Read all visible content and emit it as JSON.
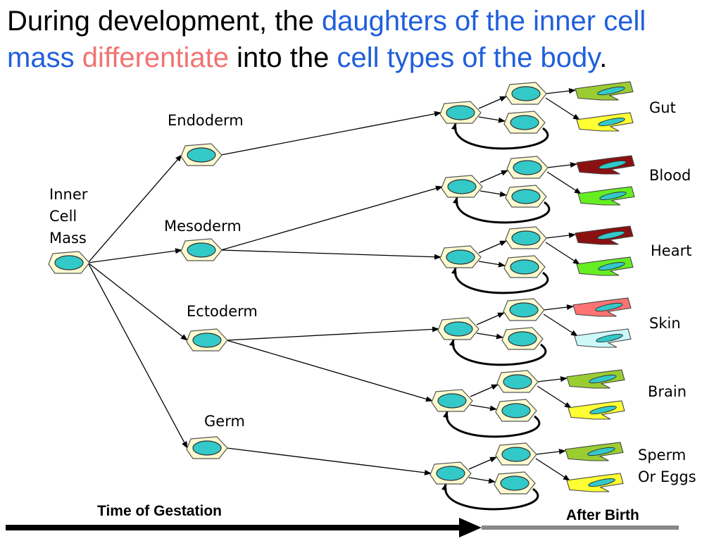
{
  "title": {
    "segments": [
      {
        "text": "During development, the ",
        "color": "#000000"
      },
      {
        "text": "daughters of the inner cell mass",
        "color": "#1f5fdc"
      },
      {
        "text": " ",
        "color": "#000000"
      },
      {
        "text": "differentiate",
        "color": "#f27373"
      },
      {
        "text": " into the ",
        "color": "#000000"
      },
      {
        "text": "cell types of the body",
        "color": "#1f5fdc"
      },
      {
        "text": ".",
        "color": "#000000"
      }
    ]
  },
  "nodes": {
    "icm": {
      "label": "Inner\nCell\nMass"
    },
    "endoderm": {
      "label": "Endoderm"
    },
    "mesoderm": {
      "label": "Mesoderm"
    },
    "ectoderm": {
      "label": "Ectoderm"
    },
    "germ": {
      "label": "Germ"
    }
  },
  "tissues": [
    {
      "label": "Gut",
      "cell_colors": [
        "#9acd32",
        "#ffff33"
      ]
    },
    {
      "label": "Blood",
      "cell_colors": [
        "#8b1010",
        "#66ee22"
      ]
    },
    {
      "label": "Heart",
      "cell_colors": [
        "#8b1010",
        "#66ee22"
      ]
    },
    {
      "label": "Skin",
      "cell_colors": [
        "#ff7373",
        "#ccf8f8"
      ]
    },
    {
      "label": "Brain",
      "cell_colors": [
        "#9acd32",
        "#ffff33"
      ]
    },
    {
      "label": "Sperm\nOr Eggs",
      "cell_colors": [
        "#9acd32",
        "#ffff33"
      ]
    }
  ],
  "timeline": {
    "gestation_label": "Time of Gestation",
    "after_birth_label": "After Birth"
  },
  "colors": {
    "cell_fill": "#fffbd0",
    "nucleus_fill": "#33c9c9",
    "gestation_bar": "#000000",
    "after_birth_bar": "#888888"
  }
}
